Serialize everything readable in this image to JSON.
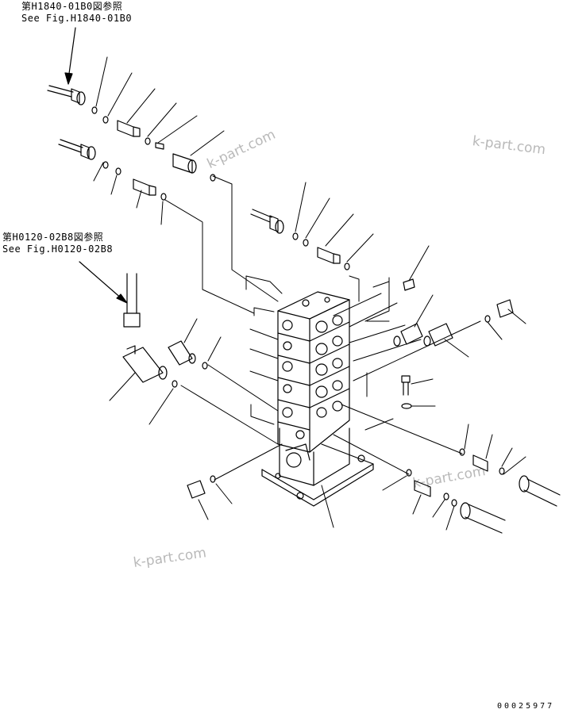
{
  "references": [
    {
      "line1": "第H1840-01B0図参照",
      "line2": "See Fig.H1840-01B0"
    },
    {
      "line1": "第H0120-02B8図参照",
      "line2": "See Fig.H0120-02B8"
    }
  ],
  "watermarks": [
    "k-part.com",
    "k-part.com",
    "k-part.com",
    "k-part.com"
  ],
  "document_number": "00025977"
}
